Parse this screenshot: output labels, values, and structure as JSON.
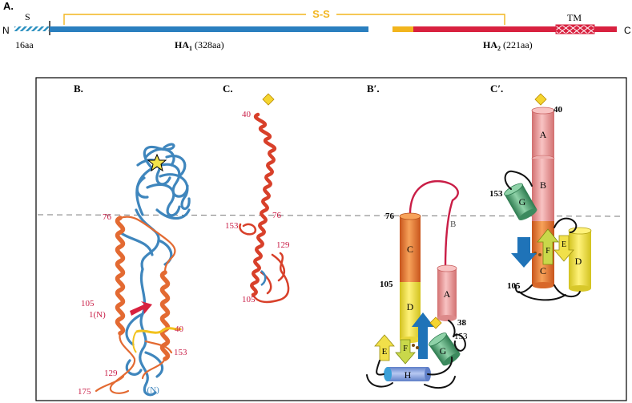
{
  "panelA": {
    "label": "A.",
    "signal": "S",
    "n_term": "N",
    "signal_len": "16aa",
    "ss": "S-S",
    "tm": "TM",
    "c_term": "C",
    "ha1_name": "HA",
    "ha1_sub": "1",
    "ha1_len": " (328aa)",
    "ha2_name": "HA",
    "ha2_sub": "2",
    "ha2_len": " (221aa)"
  },
  "panelB": {
    "label": "B.",
    "n76": "76",
    "n105": "105",
    "n1N_red": "1(N)",
    "n40": "40",
    "n153": "153",
    "n129": "129",
    "n175": "175",
    "n1N_blue": "1(N)"
  },
  "panelC": {
    "label": "C.",
    "n40": "40",
    "n153": "153",
    "n76": "76",
    "n129": "129",
    "n105": "105"
  },
  "panelBp": {
    "label": "B′.",
    "n76": "76",
    "loopB": "B",
    "helixC": "C",
    "n105": "105",
    "helixD": "D",
    "helixA": "A",
    "n38": "38",
    "n153": "153",
    "strandE": "E",
    "strandF": "F",
    "helixG": "G",
    "helixH": "H"
  },
  "panelCp": {
    "label": "C′.",
    "n40": "40",
    "helixA": "A",
    "helixB": "B",
    "n153": "153",
    "helixG": "G",
    "strandF": "F",
    "strandE": "E",
    "helixD": "D",
    "helixC": "C",
    "n105": "105"
  },
  "colors": {
    "ha1_blue": "#2a7fbf",
    "ha2_red": "#d8213f",
    "ss_yellow": "#f2b51d",
    "helix_orange": "#e97a3a",
    "helix_pink": "#e99a9a",
    "helix_yellow": "#f1e04a",
    "helix_green": "#4f9a6d",
    "loop_red": "#c91d46"
  }
}
